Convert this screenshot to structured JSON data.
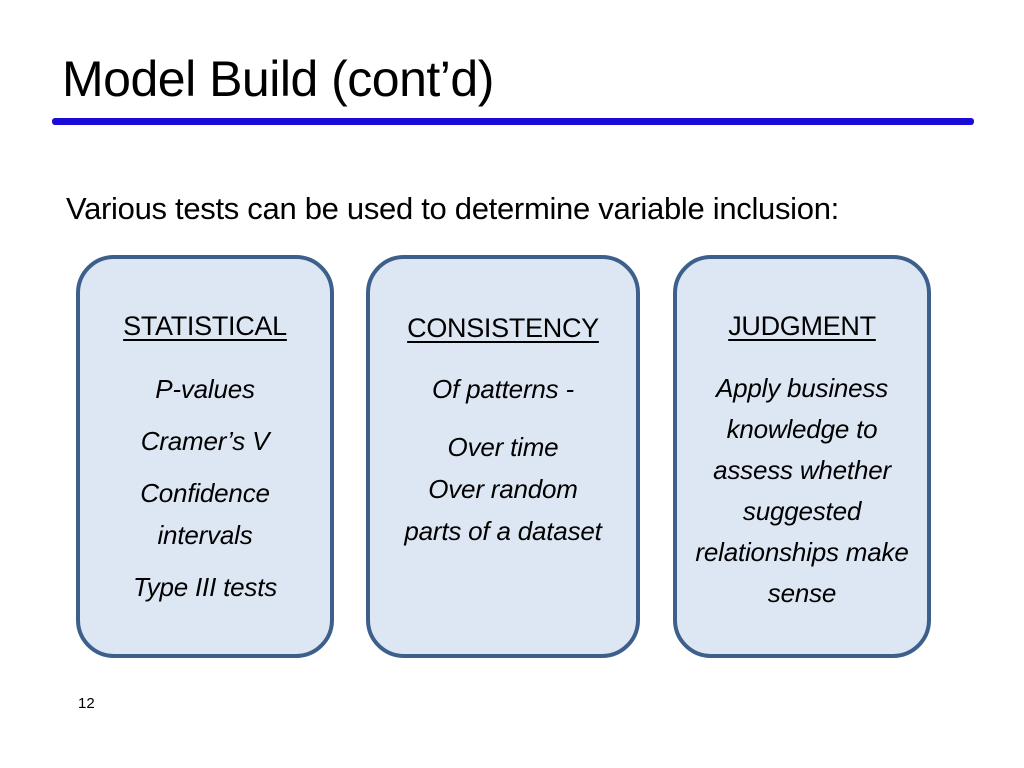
{
  "slide": {
    "title": "Model Build (cont’d)",
    "intro": "Various tests can be used to determine variable inclusion:",
    "page_number": "12",
    "accent_color": "#1a0bd6",
    "card_fill": "#dde7f3",
    "card_border": "#3d5f8c"
  },
  "cards": {
    "statistical": {
      "heading": "STATISTICAL",
      "items": [
        "P-values",
        "Cramer’s V",
        "Confidence intervals",
        "Type III tests"
      ]
    },
    "consistency": {
      "heading": "CONSISTENCY",
      "items": [
        "Of patterns -",
        "Over time",
        "Over random parts of a dataset"
      ]
    },
    "judgment": {
      "heading": "JUDGMENT",
      "text": "Apply business knowledge to assess whether suggested relationships make sense"
    }
  }
}
